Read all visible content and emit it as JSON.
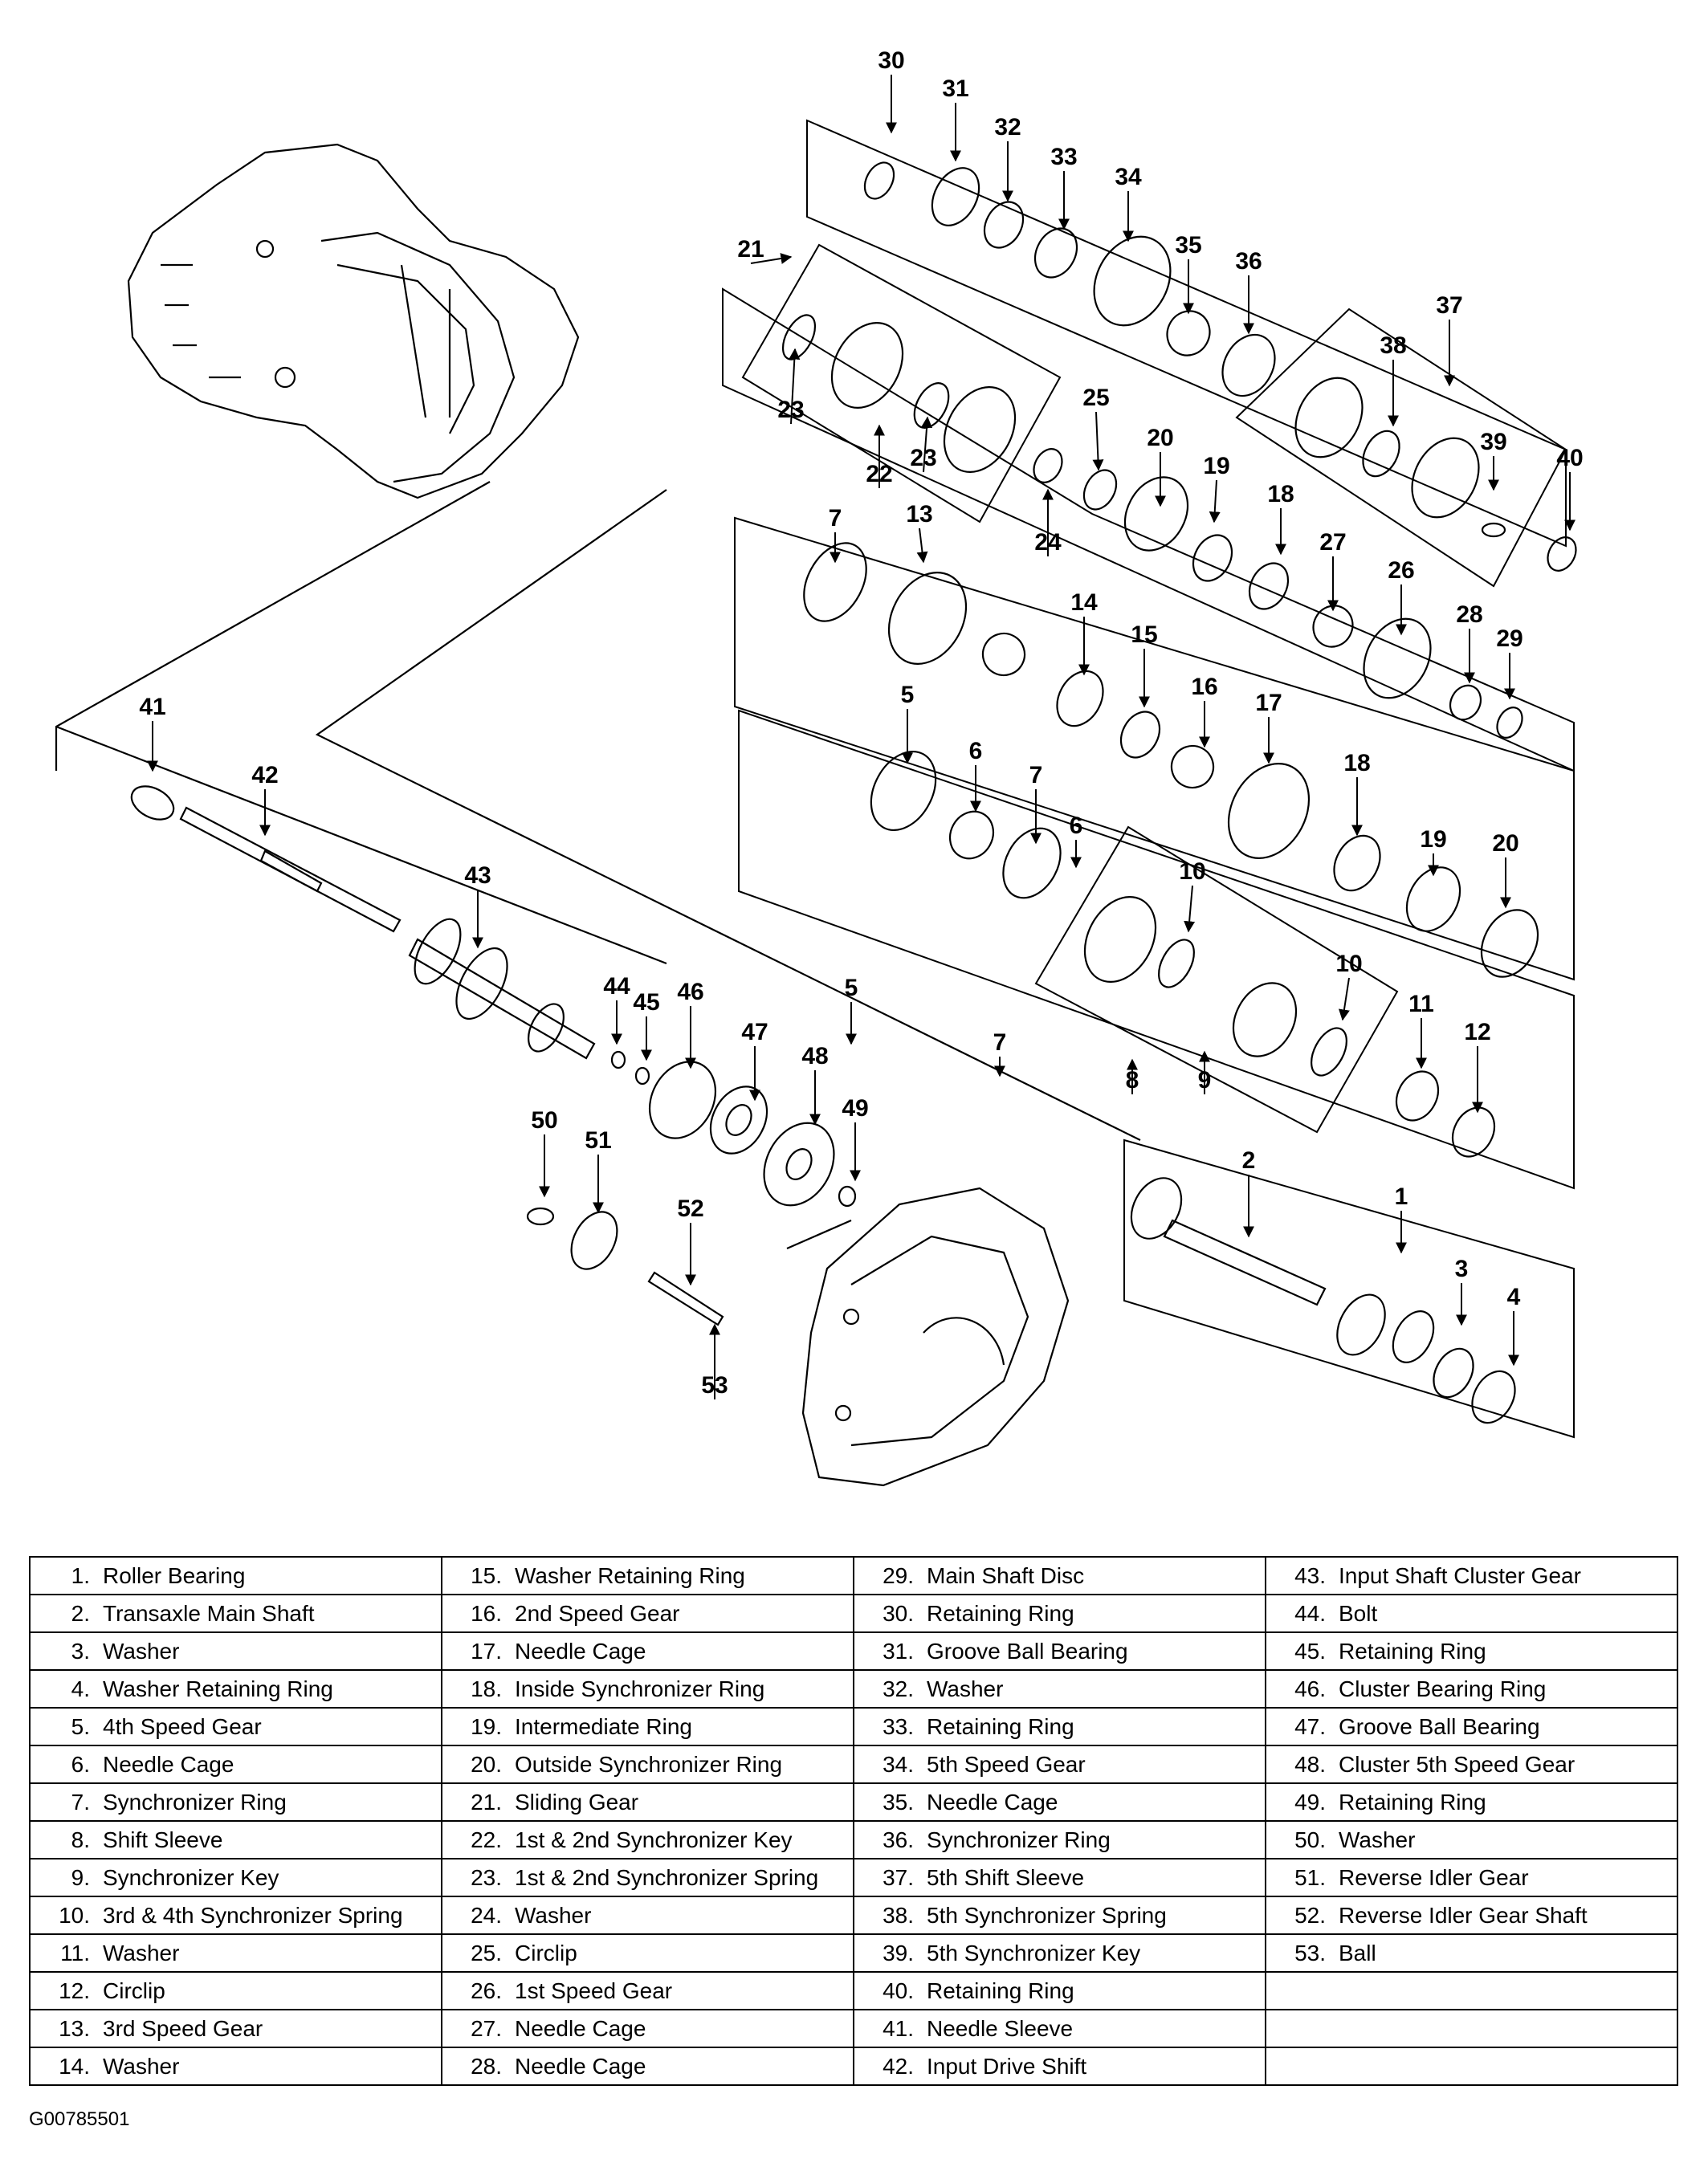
{
  "figure_code": "G00785501",
  "callouts": [
    "1",
    "2",
    "3",
    "4",
    "5",
    "6",
    "7",
    "8",
    "9",
    "10",
    "10",
    "11",
    "12",
    "13",
    "14",
    "15",
    "16",
    "17",
    "18",
    "18",
    "19",
    "19",
    "20",
    "20",
    "21",
    "22",
    "23",
    "23",
    "24",
    "25",
    "26",
    "27",
    "28",
    "29",
    "30",
    "31",
    "32",
    "33",
    "34",
    "35",
    "36",
    "37",
    "38",
    "39",
    "40",
    "41",
    "42",
    "43",
    "44",
    "45",
    "46",
    "47",
    "48",
    "49",
    "50",
    "51",
    "52",
    "53",
    "5",
    "6",
    "7",
    "7"
  ],
  "legend": {
    "columns": [
      [
        {
          "num": "1.",
          "label": "Roller Bearing"
        },
        {
          "num": "2.",
          "label": "Transaxle Main Shaft"
        },
        {
          "num": "3.",
          "label": "Washer"
        },
        {
          "num": "4.",
          "label": "Washer Retaining Ring"
        },
        {
          "num": "5.",
          "label": "4th Speed Gear"
        },
        {
          "num": "6.",
          "label": "Needle Cage"
        },
        {
          "num": "7.",
          "label": "Synchronizer Ring"
        },
        {
          "num": "8.",
          "label": "Shift Sleeve"
        },
        {
          "num": "9.",
          "label": "Synchronizer Key"
        },
        {
          "num": "10.",
          "label": "3rd & 4th Synchronizer Spring"
        },
        {
          "num": "11.",
          "label": "Washer"
        },
        {
          "num": "12.",
          "label": "Circlip"
        },
        {
          "num": "13.",
          "label": "3rd Speed Gear"
        },
        {
          "num": "14.",
          "label": "Washer"
        }
      ],
      [
        {
          "num": "15.",
          "label": "Washer Retaining Ring"
        },
        {
          "num": "16.",
          "label": "2nd Speed Gear"
        },
        {
          "num": "17.",
          "label": "Needle Cage"
        },
        {
          "num": "18.",
          "label": "Inside Synchronizer Ring"
        },
        {
          "num": "19.",
          "label": "Intermediate Ring"
        },
        {
          "num": "20.",
          "label": "Outside Synchronizer Ring"
        },
        {
          "num": "21.",
          "label": "Sliding Gear"
        },
        {
          "num": "22.",
          "label": "1st & 2nd Synchronizer Key"
        },
        {
          "num": "23.",
          "label": "1st & 2nd Synchronizer Spring"
        },
        {
          "num": "24.",
          "label": "Washer"
        },
        {
          "num": "25.",
          "label": "Circlip"
        },
        {
          "num": "26.",
          "label": "1st Speed Gear"
        },
        {
          "num": "27.",
          "label": "Needle Cage"
        },
        {
          "num": "28.",
          "label": "Needle Cage"
        }
      ],
      [
        {
          "num": "29.",
          "label": "Main Shaft Disc"
        },
        {
          "num": "30.",
          "label": "Retaining Ring"
        },
        {
          "num": "31.",
          "label": "Groove Ball Bearing"
        },
        {
          "num": "32.",
          "label": "Washer"
        },
        {
          "num": "33.",
          "label": "Retaining Ring"
        },
        {
          "num": "34.",
          "label": "5th Speed Gear"
        },
        {
          "num": "35.",
          "label": "Needle Cage"
        },
        {
          "num": "36.",
          "label": "Synchronizer Ring"
        },
        {
          "num": "37.",
          "label": "5th Shift Sleeve"
        },
        {
          "num": "38.",
          "label": "5th Synchronizer Spring"
        },
        {
          "num": "39.",
          "label": "5th Synchronizer Key"
        },
        {
          "num": "40.",
          "label": "Retaining Ring"
        },
        {
          "num": "41.",
          "label": "Needle Sleeve"
        },
        {
          "num": "42.",
          "label": "Input Drive Shift"
        }
      ],
      [
        {
          "num": "43.",
          "label": "Input Shaft Cluster Gear"
        },
        {
          "num": "44.",
          "label": "Bolt"
        },
        {
          "num": "45.",
          "label": "Retaining Ring"
        },
        {
          "num": "46.",
          "label": "Cluster Bearing Ring"
        },
        {
          "num": "47.",
          "label": "Groove Ball Bearing"
        },
        {
          "num": "48.",
          "label": "Cluster 5th Speed Gear"
        },
        {
          "num": "49.",
          "label": "Retaining Ring"
        },
        {
          "num": "50.",
          "label": "Washer"
        },
        {
          "num": "51.",
          "label": "Reverse Idler Gear"
        },
        {
          "num": "52.",
          "label": "Reverse Idler Gear Shaft"
        },
        {
          "num": "53.",
          "label": "Ball"
        },
        {
          "num": "",
          "label": ""
        },
        {
          "num": "",
          "label": ""
        },
        {
          "num": "",
          "label": ""
        }
      ]
    ]
  }
}
